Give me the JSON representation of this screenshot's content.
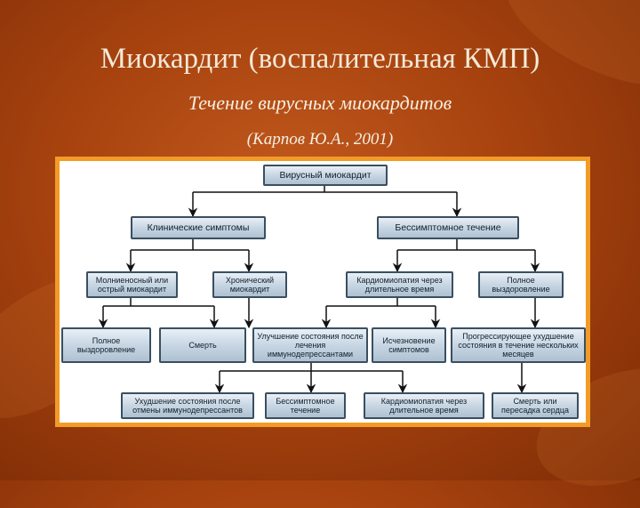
{
  "slide": {
    "title": "Миокардит (воспалительная КМП)",
    "subtitle": "Течение вирусных миокардитов",
    "source": "(Карпов Ю.А., 2001)"
  },
  "colors": {
    "background": "#a8430f",
    "frame": "#f29b27",
    "box_fill": "#c9d7e4",
    "box_border": "#3a4f60",
    "arrow": "#111111"
  },
  "diagram": {
    "root": "Вирусный миокардит",
    "clinical": "Клинические симптомы",
    "asymptomatic": "Бессимптомное течение",
    "fulminant": "Молниеносный или острый миокардит",
    "chronic": "Хронический миокардит",
    "cardiomyopathy_late": "Кардиомиопатия через длительное время",
    "full_recovery_1": "Полное выздоровление",
    "full_recovery_2": "Полное выздоровление",
    "death": "Смерть",
    "improvement": "Улучшение состояния после лечения иммунодепрессантами",
    "symptoms_gone": "Исчезновение симптомов",
    "progressive": "Прогрессирующее ухудшение состояния в течение нескольких месяцев",
    "worsening": "Ухудшение состояния после отмены иммунодепрессантов",
    "asymptomatic_course": "Бессимптомное течение",
    "cardiomyopathy_late_2": "Кардиомиопатия через длительное время",
    "death_or_transplant": "Смерть или пересадка сердца"
  }
}
